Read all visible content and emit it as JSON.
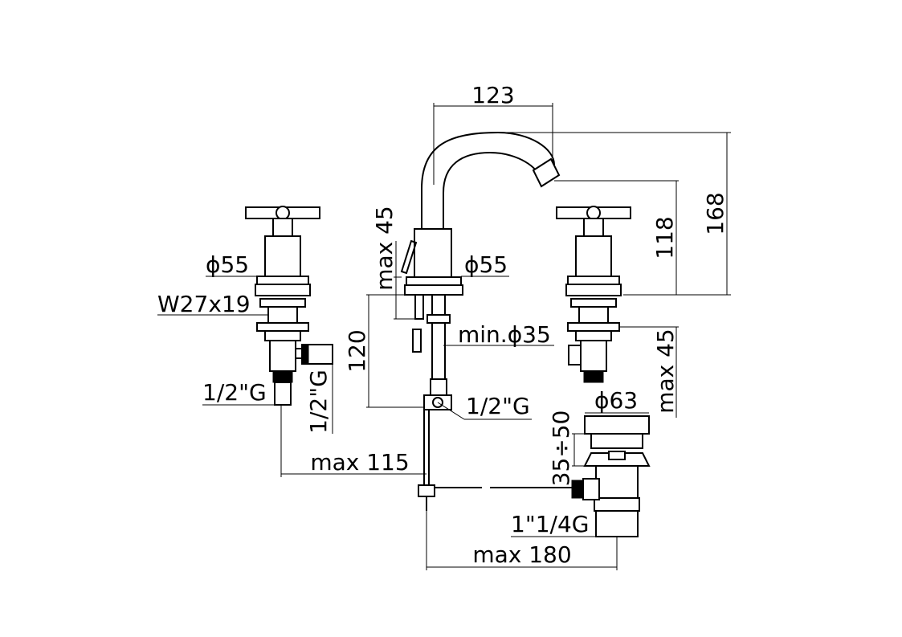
{
  "dimensions": {
    "spout_reach": "123",
    "total_height": "168",
    "spout_height": "118",
    "max_45_top": "max 45",
    "max_45_right": "max 45",
    "dia_55_left": "ϕ55",
    "dia_55_center": "ϕ55",
    "thread_w27": "W27x19",
    "depth_120": "120",
    "min_dia_35": "min.ϕ35",
    "half_g_left_horizontal": "1/2\"G",
    "half_g_left_vertical": "1/2\"G",
    "half_g_center": "1/2\"G",
    "max_115": "max 115",
    "dia_63": "ϕ63",
    "range_35_50": "35÷50",
    "thread_1_1_4g": "1\"1/4G",
    "max_180": "max 180"
  },
  "colors": {
    "line": "#000000",
    "background": "#ffffff"
  }
}
